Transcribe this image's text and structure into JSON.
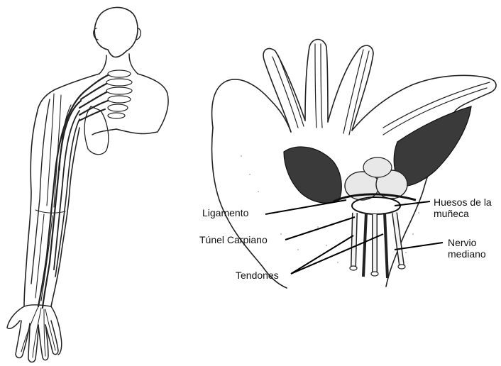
{
  "labels": {
    "ligamento": "Ligamento",
    "tunel_carpiano": "Túnel Carpiano",
    "tendones": "Tendones",
    "huesos_line1": "Huesos de la",
    "huesos_line2": "muñeca",
    "nervio_line1": "Nervio",
    "nervio_line2": "mediano"
  }
}
